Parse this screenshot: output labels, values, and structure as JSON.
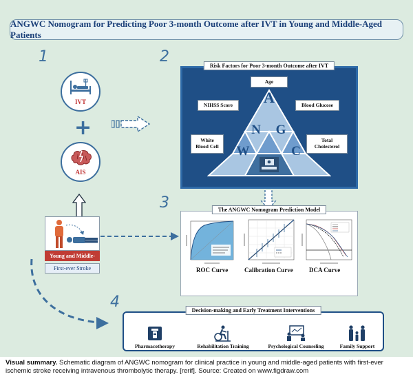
{
  "title": "ANGWC Nomogram for Predicting Poor 3-month Outcome after IVT in Young and Middle-Aged Patients",
  "steps": [
    "1",
    "2",
    "3",
    "4"
  ],
  "left_column": {
    "ivt_label": "IVT",
    "ais_label": "AIS",
    "young_middle_aged": "Young and Middle-Aged",
    "first_ever_stroke": "First-ever Stroke",
    "icons": [
      "hospital-bed-icon",
      "brain-icon",
      "standing-person-icon",
      "lying-person-icon"
    ]
  },
  "risk_panel": {
    "header": "Risk Factors for Poor 3-month Outcome after IVT",
    "labels": {
      "age": "Age",
      "nihss": "NIHSS Score",
      "glucose": "Blood Glucose",
      "wbc_line1": "White",
      "wbc_line2": "Blood Cell",
      "chol_line1": "Total",
      "chol_line2": "Cholesterol"
    },
    "letters": {
      "a": "A",
      "n": "N",
      "g": "G",
      "w": "W",
      "c": "C"
    },
    "colors": {
      "background": "#1f4f86",
      "triangle_light": "#a9c6e2",
      "triangle_mid": "#6f9ccd",
      "triangle_dark": "#3f6f9f"
    }
  },
  "model_panel": {
    "header": "The ANGWC Nomogram Prediction Model",
    "captions": {
      "roc": "ROC Curve",
      "calibration": "Calibration Curve",
      "dca": "DCA Curve"
    }
  },
  "decision_panel": {
    "header": "Decision-making and Early Treatment Interventions",
    "items": [
      "Pharmacotherapy",
      "Rehabilitation Training",
      "Psychological Counseling",
      "Family Support"
    ],
    "icons": [
      "medicine-bottle-icon",
      "exercise-bike-icon",
      "counseling-screen-icon",
      "family-icon"
    ]
  },
  "caption": {
    "bold": "Visual summary.",
    "text": " Schematic diagram of ANGWC nomogram for clinical practice in young and middle-aged patients with first-ever ischemic stroke receiving intravenous thrombolytic therapy. [rerif]. Source: Created on www.figdraw.com"
  },
  "colors": {
    "canvas": "#dcebe0",
    "accent_blue": "#3d6f9e",
    "accent_red": "#c03c34"
  }
}
